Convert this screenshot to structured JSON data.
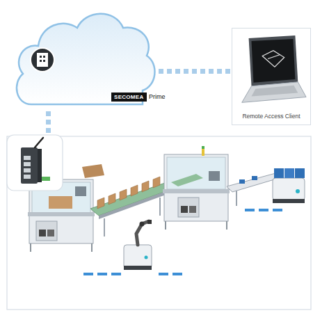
{
  "diagram": {
    "nodes": [
      {
        "text": [
          "SECOMEA",
          "Prime"
        ]
      },
      {
        "text": [
          "Remote Access Client"
        ]
      }
    ],
    "edges": [
      {
        "from": 0,
        "to": 1,
        "arrow": "none"
      }
    ]
  }
}
